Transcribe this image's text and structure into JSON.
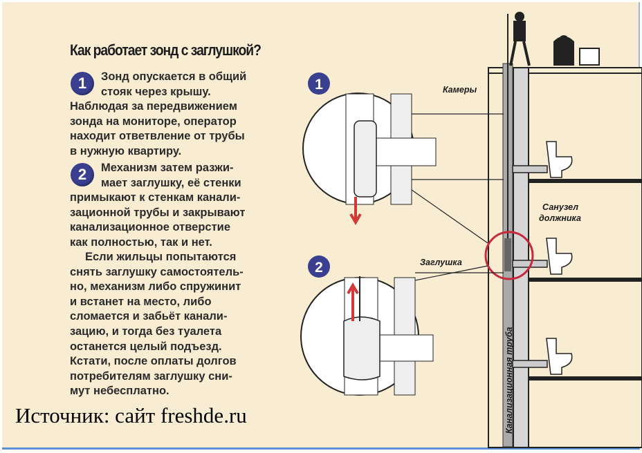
{
  "title": "Как работает зонд с заглушкой?",
  "step1": {
    "badge": "1",
    "lines": [
      "Зонд опускается в общий",
      "стояк через крышу.",
      "Наблюдая за передвижением",
      "зонда на мониторе, оператор",
      "находит ответвление от трубы",
      "в нужную квартиру."
    ]
  },
  "step2": {
    "badge": "2",
    "lines": [
      "Механизм затем разжи-",
      "мает заглушку, её стенки",
      "примыкают к стенкам канали-",
      "зационной трубы и закрывают",
      "канализационное отверстие",
      "как полностью, так и нет."
    ]
  },
  "para3": {
    "lines": [
      "Если жильцы попытаются",
      "снять заглушку самостоятель-",
      "но, механизм либо спружинит",
      "и встанет на место, либо",
      "сломается и забьёт канали-",
      "зацию, и тогда без туалета",
      "останется целый подъезд.",
      "Кстати, после оплаты долгов",
      "потребителям заглушку сни-",
      "мут небесплатно."
    ]
  },
  "diagram": {
    "badge1": "1",
    "badge2": "2",
    "label_cameras": "Камеры",
    "label_plug": "Заглушка",
    "label_bathroom_1": "Санузел",
    "label_bathroom_2": "должника",
    "label_pipe": "Канализационная труба"
  },
  "source": "Источник: сайт freshde.ru",
  "colors": {
    "background": "#f8edd3",
    "badge": "#3a3f90",
    "highlight": "#c8283c",
    "arrow": "#d23a3a",
    "pipe": "#a9a9a9"
  }
}
